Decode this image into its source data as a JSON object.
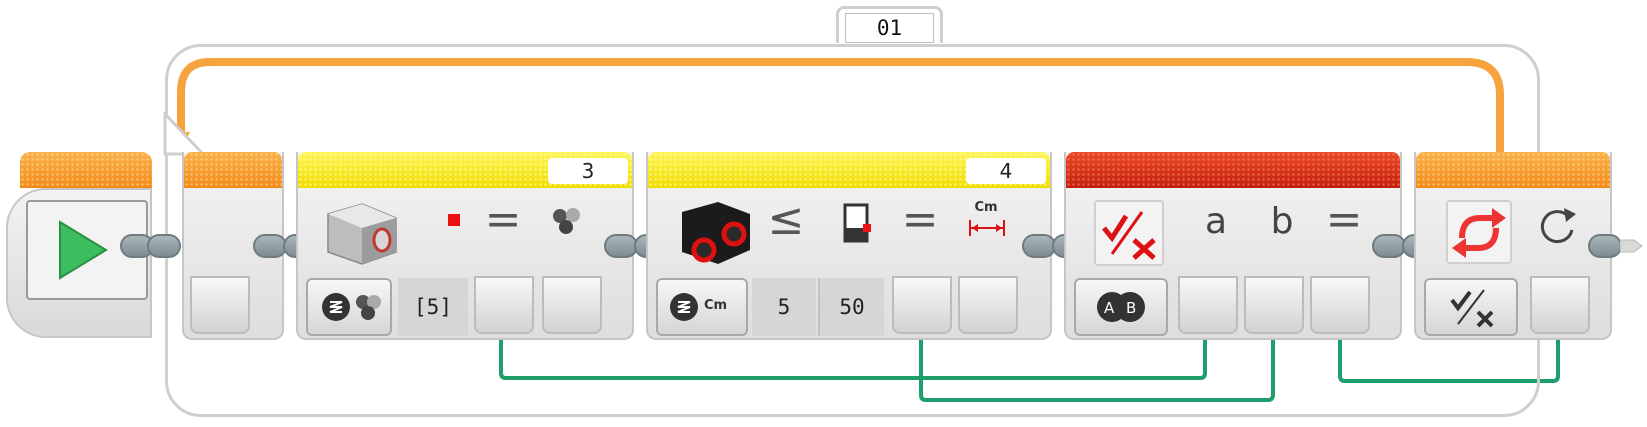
{
  "loop": {
    "name": "01"
  },
  "blocks": {
    "start": {
      "icon": "play-icon"
    },
    "loop_start": {},
    "color_sensor": {
      "port": "3",
      "mode_icon": "color-sensor-compare-icon",
      "compare_icon": "color-square-icon",
      "operator": "=",
      "colors_value": "[5]"
    },
    "ultrasonic": {
      "port": "4",
      "operator_symbol": "≤",
      "mode_unit": "Cm",
      "threshold": "5",
      "value": "50",
      "operator": "=",
      "unit": "Cm"
    },
    "logic": {
      "a_label": "a",
      "b_label": "b",
      "operator": "=",
      "mode_label": "A B"
    },
    "loop_interrupt": {
      "icon": "loop-condition-icon"
    }
  },
  "colors": {
    "orange": "#F7921E",
    "yellow": "#F5E200",
    "red": "#D32A12",
    "wire_green": "#1E9E6A",
    "play_green": "#3DBE5E",
    "frame_gray": "#CFCFCF"
  }
}
